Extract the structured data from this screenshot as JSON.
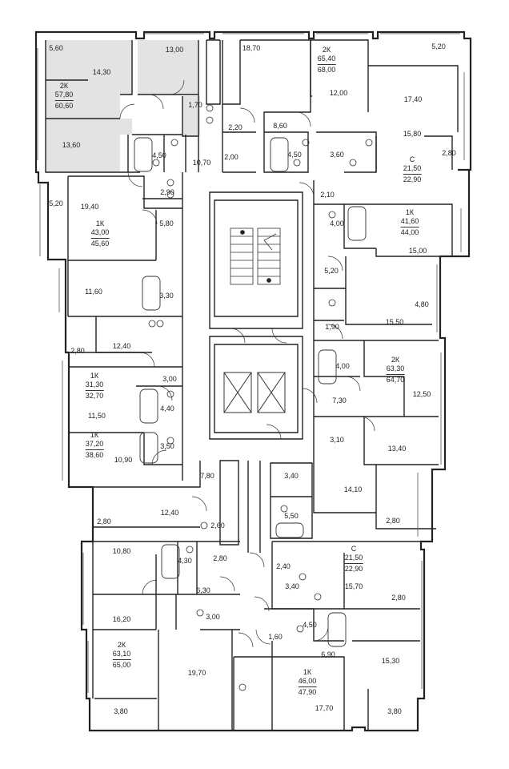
{
  "plan": {
    "highlight_color": "#e3e3e3",
    "wall_color": "#222222",
    "apartments": [
      {
        "id": "a1",
        "type": "2К",
        "living": "57,80",
        "total": "60,60",
        "highlighted": true
      },
      {
        "id": "a2",
        "type": "2К",
        "living": "65,40",
        "total": "68,00",
        "highlighted": false
      },
      {
        "id": "a3",
        "type": "С",
        "living": "21,50",
        "total": "22,90",
        "highlighted": false
      },
      {
        "id": "a4",
        "type": "1К",
        "living": "43,00",
        "total": "45,60",
        "highlighted": false
      },
      {
        "id": "a5",
        "type": "1К",
        "living": "41,60",
        "total": "44,00",
        "highlighted": false
      },
      {
        "id": "a6",
        "type": "2К",
        "living": "63,30",
        "total": "64,70",
        "highlighted": false
      },
      {
        "id": "a7",
        "type": "1К",
        "living": "31,30",
        "total": "32,70",
        "highlighted": false
      },
      {
        "id": "a8",
        "type": "1К",
        "living": "37,20",
        "total": "38,60",
        "highlighted": false
      },
      {
        "id": "a9",
        "type": "С",
        "living": "21,50",
        "total": "22,90",
        "highlighted": false
      },
      {
        "id": "a10",
        "type": "2К",
        "living": "63,10",
        "total": "65,00",
        "highlighted": false
      },
      {
        "id": "a11",
        "type": "1К",
        "living": "46,00",
        "total": "47,90",
        "highlighted": false
      }
    ],
    "room_areas": [
      "5,60",
      "13,00",
      "14,30",
      "18,70",
      "5,20",
      "1,70",
      "12,00",
      "17,40",
      "8,60",
      "2,20",
      "13,60",
      "4,50",
      "10,70",
      "2,00",
      "4,50",
      "3,60",
      "15,80",
      "2,80",
      "2,90",
      "2,10",
      "5,20",
      "19,40",
      "5,80",
      "4,00",
      "15,00",
      "5,20",
      "11,60",
      "3,30",
      "4,80",
      "1,90",
      "15,50",
      "12,40",
      "2,80",
      "4,00",
      "3,00",
      "12,50",
      "7,30",
      "11,50",
      "4,40",
      "3,10",
      "3,50",
      "10,90",
      "13,40",
      "7,80",
      "3,40",
      "14,10",
      "12,40",
      "5,50",
      "2,80",
      "2,60",
      "2,80",
      "10,80",
      "2,80",
      "2,40",
      "4,30",
      "15,70",
      "6,30",
      "3,40",
      "2,80",
      "3,00",
      "4,50",
      "16,20",
      "1,60",
      "6,90",
      "19,70",
      "15,30",
      "17,70",
      "3,80",
      "3,80"
    ]
  }
}
